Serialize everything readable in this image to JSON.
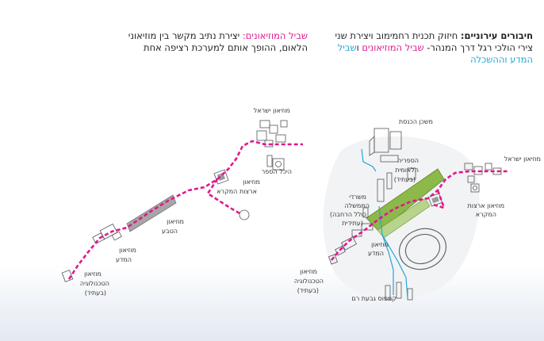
{
  "heading_right": {
    "lead": "חיבורים עירוניים:",
    "body": " חיזוק תכנית רחמימוב ויצירת שני צירי הולכי רגל דרך המנהר- ",
    "museums_path": "שביל המוזיאונים",
    "conj": " ו",
    "science_path": "שביל המדע וההשכלה"
  },
  "heading_left": {
    "lead": "שביל המוזיאונים:",
    "body": " יצירת נתיב מקשר בין מוזיאוני הלאום, ההופך אותם למערכת רציפה אחת"
  },
  "left_diagram": {
    "israel_museum": "מוזיאון ישראל",
    "shrine_of_book": "היכל הספר",
    "bible_lands": [
      "מוזיאון",
      "ארצות המקרא"
    ],
    "nature_museum": [
      "מוזיאון",
      "הטבע"
    ],
    "science_museum": [
      "מוזיאון",
      "המדע"
    ],
    "tech_museum": [
      "מוזיאון",
      "הטכנולוגיה",
      "(בעתיד)"
    ]
  },
  "right_diagram": {
    "knesset": "משכן הכנסת",
    "national_library": [
      "הספריה",
      "הלאומית",
      "(בעתיד)"
    ],
    "israel_museum": "מוזיאון ישראל",
    "bible_lands": [
      "מוזיאון ארצות",
      "המקרא"
    ],
    "gov_offices": [
      "משרדי",
      "הממשלה",
      "(כולל הרחבה",
      "עתידית)"
    ],
    "science_museum": [
      "מוזיאון",
      "המדע"
    ],
    "tech_museum": [
      "מוזיאון",
      "הטכנולוגיה",
      "(בעתיד)"
    ],
    "givat_ram": "קמפוס גבעת רם"
  },
  "colors": {
    "museums_path": "#e0188c",
    "science_path": "#22a6d6",
    "park": "#8db84a"
  }
}
